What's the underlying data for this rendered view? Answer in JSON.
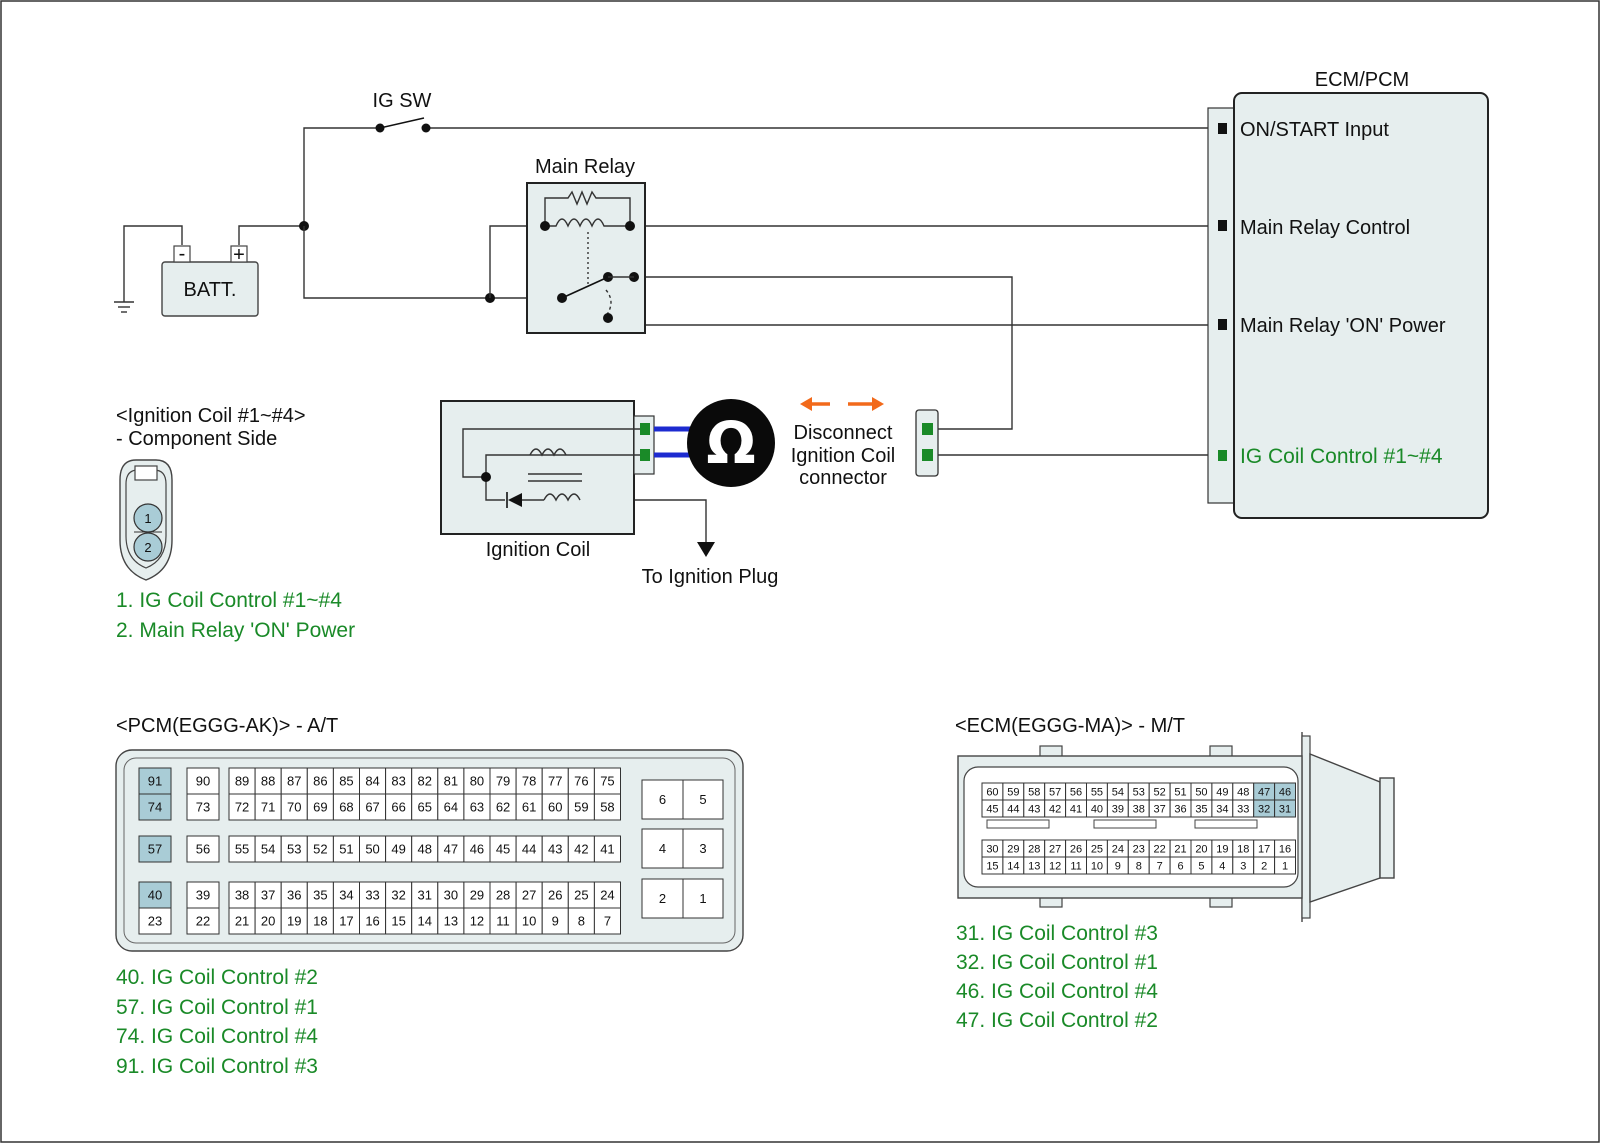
{
  "labels": {
    "ig_sw": "IG SW",
    "main_relay": "Main Relay",
    "batt": "BATT.",
    "batt_minus": "-",
    "batt_plus": "+",
    "ecm_title": "ECM/PCM",
    "on_start": "ON/START Input",
    "main_relay_control": "Main Relay Control",
    "main_relay_on_power": "Main Relay 'ON' Power",
    "ig_coil_control": "IG Coil  Control #1~#4",
    "ignition_coil": "Ignition Coil",
    "to_ignition_plug": "To Ignition Plug",
    "ohm": "Ω",
    "disconnect_lines": [
      "Disconnect",
      "Ignition Coil",
      "connector"
    ]
  },
  "ignition_coil_connector": {
    "title": "<Ignition Coil #1~#4>",
    "subtitle": "- Component Side",
    "pins": [
      "1",
      "2"
    ],
    "legend": [
      "1. IG Coil  Control #1~#4",
      "2. Main Relay 'ON' Power"
    ]
  },
  "pcm_connector": {
    "title": "<PCM(EGGG-AK)> - A/T",
    "highlighted": [
      "91",
      "74",
      "57",
      "40"
    ],
    "groupA": [
      [
        "91",
        "74"
      ],
      [],
      [
        "57"
      ],
      [],
      [
        "40",
        "23"
      ]
    ],
    "col2": [
      [
        "90",
        "73"
      ],
      [
        "56"
      ],
      [
        "39",
        "22"
      ]
    ],
    "row1": [
      "89",
      "88",
      "87",
      "86",
      "85",
      "84",
      "83",
      "82",
      "81",
      "80",
      "79",
      "78",
      "77",
      "76",
      "75"
    ],
    "row2": [
      "72",
      "71",
      "70",
      "69",
      "68",
      "67",
      "66",
      "65",
      "64",
      "63",
      "62",
      "61",
      "60",
      "59",
      "58"
    ],
    "row3": [
      "55",
      "54",
      "53",
      "52",
      "51",
      "50",
      "49",
      "48",
      "47",
      "46",
      "45",
      "44",
      "43",
      "42",
      "41"
    ],
    "row4": [
      "38",
      "37",
      "36",
      "35",
      "34",
      "33",
      "32",
      "31",
      "30",
      "29",
      "28",
      "27",
      "26",
      "25",
      "24"
    ],
    "row5": [
      "21",
      "20",
      "19",
      "18",
      "17",
      "16",
      "15",
      "14",
      "13",
      "12",
      "11",
      "10",
      "9",
      "8",
      "7"
    ],
    "big": [
      [
        "6",
        "5"
      ],
      [
        "4",
        "3"
      ],
      [
        "2",
        "1"
      ]
    ],
    "legend": [
      "40. IG Coil  Control #2",
      "57. IG Coil  Control #1",
      "74. IG Coil  Control #4",
      "91. IG Coil  Control #3"
    ]
  },
  "ecm_connector": {
    "title": "<ECM(EGGG-MA)> - M/T",
    "highlighted": [
      "47",
      "46",
      "32",
      "31"
    ],
    "row1": [
      "60",
      "59",
      "58",
      "57",
      "56",
      "55",
      "54",
      "53",
      "52",
      "51",
      "50",
      "49",
      "48",
      "47",
      "46"
    ],
    "row2": [
      "45",
      "44",
      "43",
      "42",
      "41",
      "40",
      "39",
      "38",
      "37",
      "36",
      "35",
      "34",
      "33",
      "32",
      "31"
    ],
    "row3": [
      "30",
      "29",
      "28",
      "27",
      "26",
      "25",
      "24",
      "23",
      "22",
      "21",
      "20",
      "19",
      "18",
      "17",
      "16"
    ],
    "row4": [
      "15",
      "14",
      "13",
      "12",
      "11",
      "10",
      "9",
      "8",
      "7",
      "6",
      "5",
      "4",
      "3",
      "2",
      "1"
    ],
    "legend": [
      "31. IG Coil  Control #3",
      "32. IG Coil  Control #1",
      "46. IG Coil  Control #4",
      "47. IG Coil  Control #2"
    ]
  },
  "colors": {
    "green": "#1a8a28",
    "highlight": "#a9ccd6",
    "orange": "#f26a1b",
    "probe": "#1d2bd0"
  }
}
